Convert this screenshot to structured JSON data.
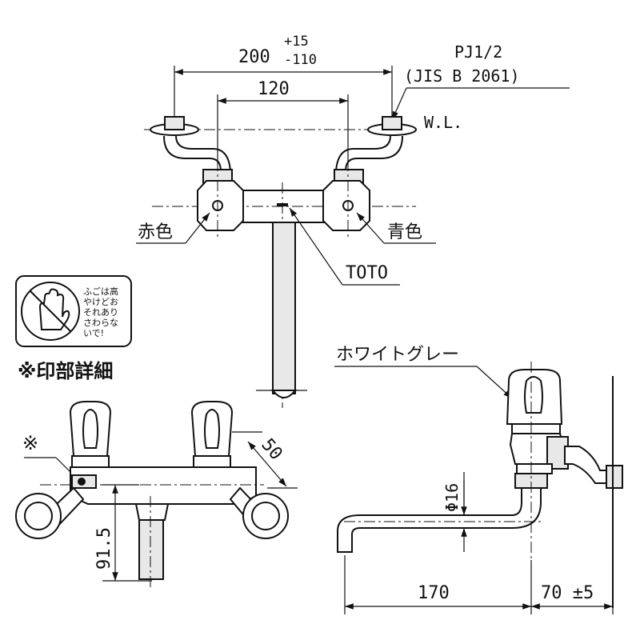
{
  "dimensions": {
    "overall_width": "200",
    "tol_plus": "+15",
    "tol_minus": "-110",
    "handle_spacing": "120",
    "depth_50": "50",
    "height_91_5": "91.5",
    "spout_dia": "Φ16",
    "spout_len": "170",
    "wall_offset": "70 ±5"
  },
  "labels": {
    "thread": "PJ1/2",
    "thread_std": "(JIS B 2061)",
    "water_level": "W.L.",
    "hot": "赤色",
    "cold": "青色",
    "brand": "TOTO",
    "color_name": "ホワイトグレー",
    "print_detail": "※印部詳細",
    "mark": "※"
  },
  "warning": {
    "lines": [
      "ふごは高",
      "やけどお",
      "それあり",
      "さわらな",
      "いで!"
    ]
  }
}
